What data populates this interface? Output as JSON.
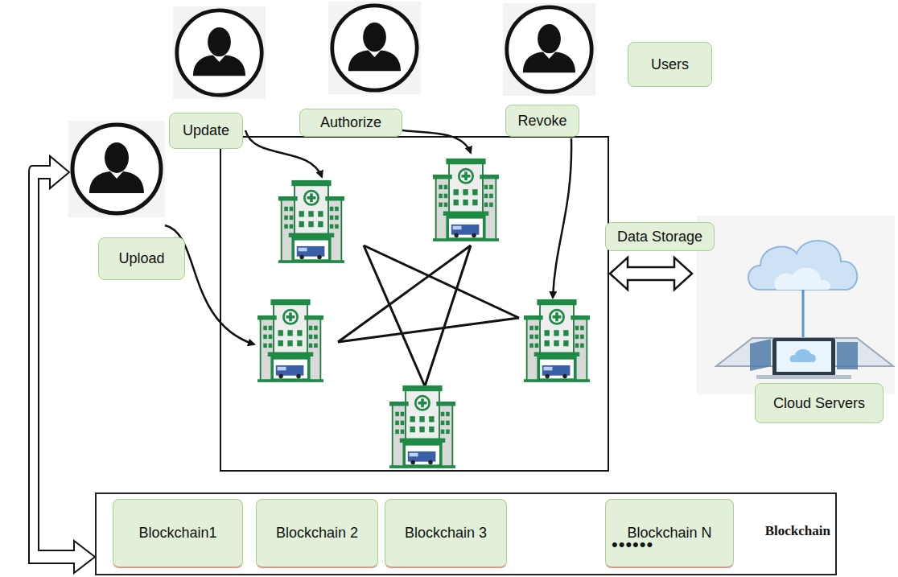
{
  "diagram": {
    "nodes": [
      {
        "text": [
          "Update"
        ]
      },
      {
        "text": [
          "Authorize"
        ]
      },
      {
        "text": [
          "Revoke"
        ]
      },
      {
        "text": [
          "Users"
        ]
      },
      {
        "text": [
          "Upload"
        ]
      },
      {
        "text": [
          "Data Storage"
        ]
      },
      {
        "text": [
          "Cloud Servers"
        ]
      },
      {
        "text": [
          "Blockchain"
        ]
      },
      {
        "text": [
          "Blockchain1"
        ],
        "in": 7
      },
      {
        "text": [
          "Blockchain 2"
        ],
        "in": 7
      },
      {
        "text": [
          "Blockchain 3"
        ],
        "in": 7
      },
      {
        "text": [
          "Blockchain N"
        ],
        "in": 7
      }
    ],
    "labels": [
      "••••••"
    ]
  }
}
